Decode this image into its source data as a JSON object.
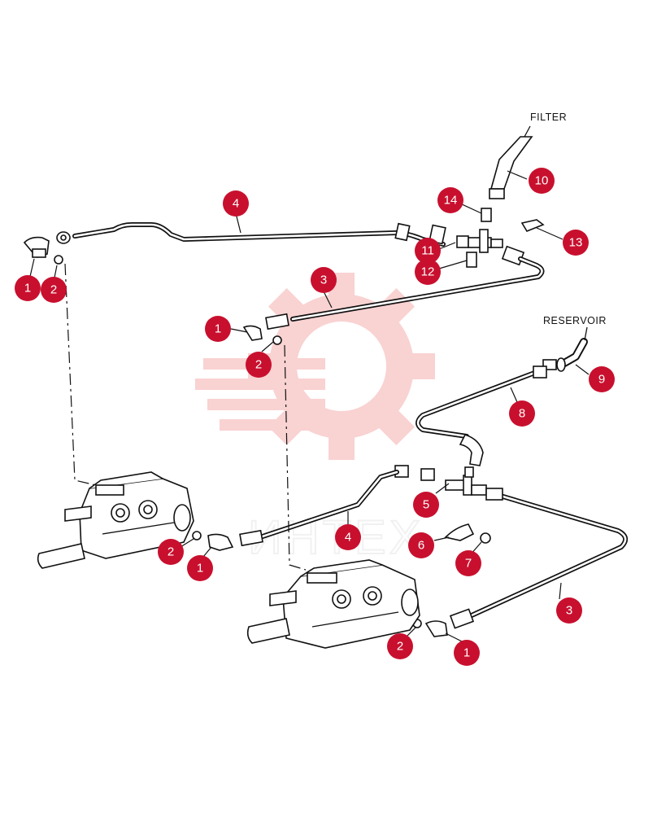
{
  "labels": {
    "filter": "FILTER",
    "reservoir": "RESERVOIR"
  },
  "watermark": {
    "text": "ИНТЕХ",
    "color": "#f4b8b8"
  },
  "callout_color": "#c8102e",
  "callouts": [
    {
      "id": "c1a",
      "num": "1"
    },
    {
      "id": "c2a",
      "num": "2"
    },
    {
      "id": "c4a",
      "num": "4"
    },
    {
      "id": "c14",
      "num": "14"
    },
    {
      "id": "c10",
      "num": "10"
    },
    {
      "id": "c13",
      "num": "13"
    },
    {
      "id": "c11",
      "num": "11"
    },
    {
      "id": "c12",
      "num": "12"
    },
    {
      "id": "c3a",
      "num": "3"
    },
    {
      "id": "c1b",
      "num": "1"
    },
    {
      "id": "c2b",
      "num": "2"
    },
    {
      "id": "c9",
      "num": "9"
    },
    {
      "id": "c8",
      "num": "8"
    },
    {
      "id": "c5",
      "num": "5"
    },
    {
      "id": "c6",
      "num": "6"
    },
    {
      "id": "c7",
      "num": "7"
    },
    {
      "id": "c4b",
      "num": "4"
    },
    {
      "id": "c2c",
      "num": "2"
    },
    {
      "id": "c1c",
      "num": "1"
    },
    {
      "id": "c3b",
      "num": "3"
    },
    {
      "id": "c2d",
      "num": "2"
    },
    {
      "id": "c1d",
      "num": "1"
    }
  ]
}
